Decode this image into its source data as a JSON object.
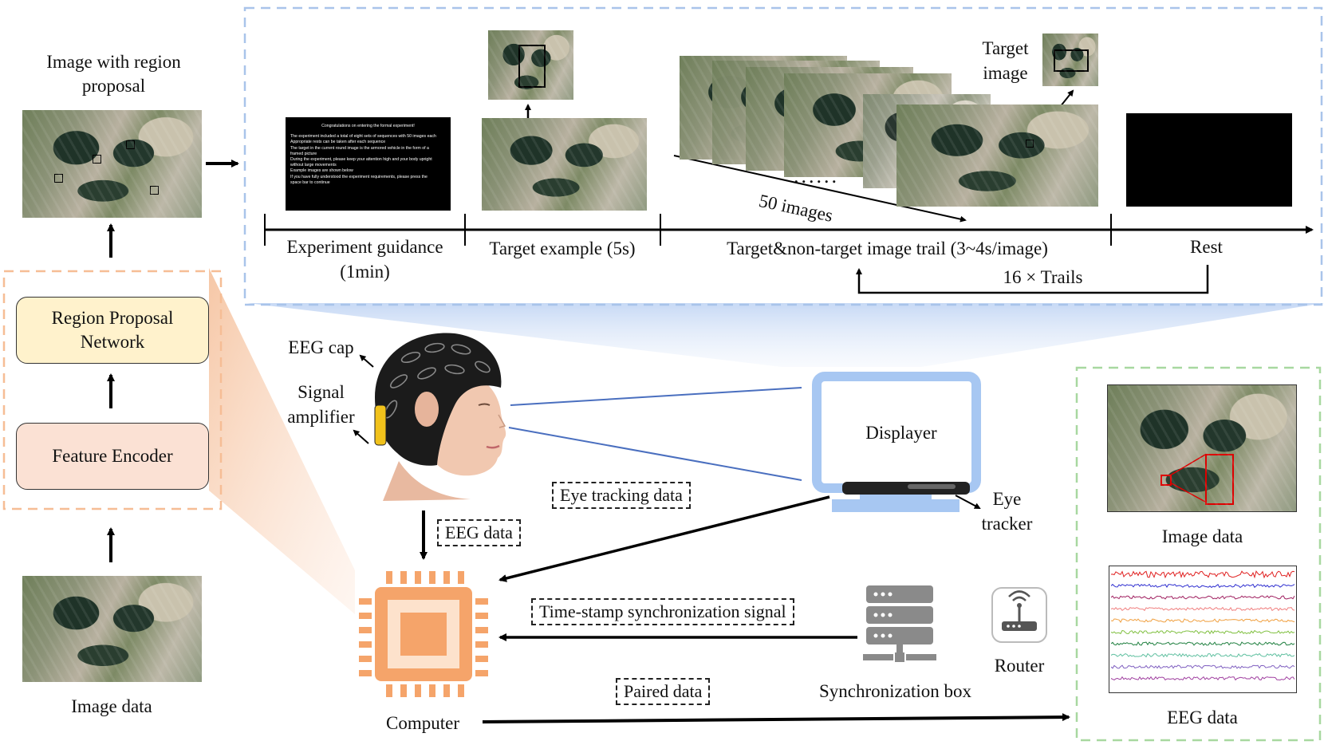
{
  "left_pipeline": {
    "top_image_label": "Image with region proposal",
    "rpn_label": "Region Proposal Network",
    "encoder_label": "Feature Encoder",
    "bottom_image_label": "Image data"
  },
  "timeline": {
    "guidance_text": [
      "Congratulations on entering the formal experiment!",
      "The experiment included a total of eight sets of sequences with 50 images each",
      "Appropriate rests can be taken after each sequence",
      "The target in the current round image is the armored vehicle in the form of a",
      "framed picture",
      "During the experiment, please keep your attention high and your body upright",
      "without large movements",
      "Example images are shown below",
      "If you have fully understood the experiment requirements, please press the",
      "space bar to continue"
    ],
    "target_image_label": "Target image",
    "count_label": "50 images",
    "dots": "......",
    "phases": [
      {
        "label": "Experiment guidance (1min)"
      },
      {
        "label": "Target example (5s)"
      },
      {
        "label": "Target&non-target image trail (3~4s/image)"
      },
      {
        "label": "Rest"
      }
    ],
    "repeat_label": "16 × Trails"
  },
  "setup": {
    "eeg_cap": "EEG cap",
    "signal_amplifier": "Signal amplifier",
    "displayer": "Displayer",
    "eye_tracker": "Eye tracker",
    "eye_tracking_data": "Eye tracking data",
    "eeg_data": "EEG data",
    "timestamp_signal": "Time-stamp synchronization signal",
    "sync_box": "Synchronization box",
    "router": "Router",
    "paired_data": "Paired data",
    "computer": "Computer"
  },
  "output": {
    "image_data": "Image data",
    "eeg_data": "EEG data",
    "eeg_trace_colors": [
      "#e02020",
      "#3030d0",
      "#a02060",
      "#f08080",
      "#f0a040",
      "#80c040",
      "#208040",
      "#60c0a0",
      "#8060c0",
      "#a040a0"
    ]
  },
  "colors": {
    "orange": "#f5a46a",
    "orange_light": "#fbe1d0",
    "blue_dash": "#a9c4ea",
    "green_dash": "#a8d8a0",
    "monitor_blue": "#a7c7f2",
    "rpn_fill": "#fff2cc",
    "encoder_fill": "#fbe1d4",
    "line_blue": "#4a6fbf"
  }
}
